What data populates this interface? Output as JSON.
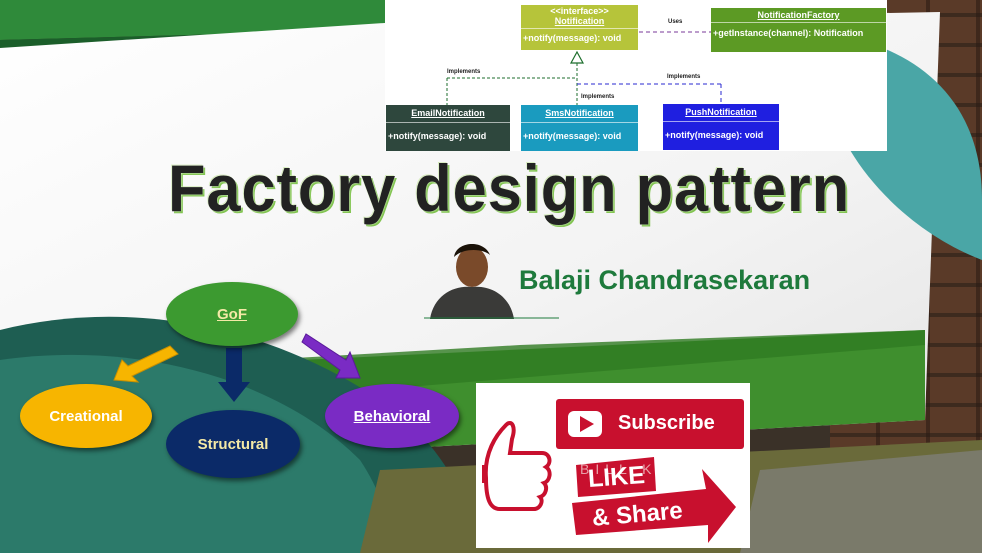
{
  "title": "Factory design pattern",
  "author": "Balaji Chandrasekaran",
  "uml": {
    "interface": {
      "stereotype": "<<interface>>",
      "name": "Notification",
      "method": "+notify(message): void",
      "color": "#b6c43a"
    },
    "factory": {
      "name": "NotificationFactory",
      "method": "+getInstance(channel): Notification",
      "color": "#5c9a24"
    },
    "uses_label": "Uses",
    "implements_label": "Implements",
    "email": {
      "name": "EmailNotification",
      "method": "+notify(message): void",
      "color": "#2e473d"
    },
    "sms": {
      "name": "SmsNotification",
      "method": "+notify(message): void",
      "color": "#1a9bbf"
    },
    "push": {
      "name": "PushNotification",
      "method": "+notify(message): void",
      "color": "#1f1fe0"
    }
  },
  "gof": {
    "root": "GoF",
    "creational": "Creational",
    "structural": "Structural",
    "behavioral": "Behavioral",
    "colors": {
      "root": "#3c9a30",
      "creational": "#f7b500",
      "structural": "#0b2a68",
      "behavioral": "#7a2bc4"
    }
  },
  "subscribe": {
    "subscribe": "Subscribe",
    "like": "LIKE",
    "share": "& Share",
    "faint": "BILL K"
  }
}
